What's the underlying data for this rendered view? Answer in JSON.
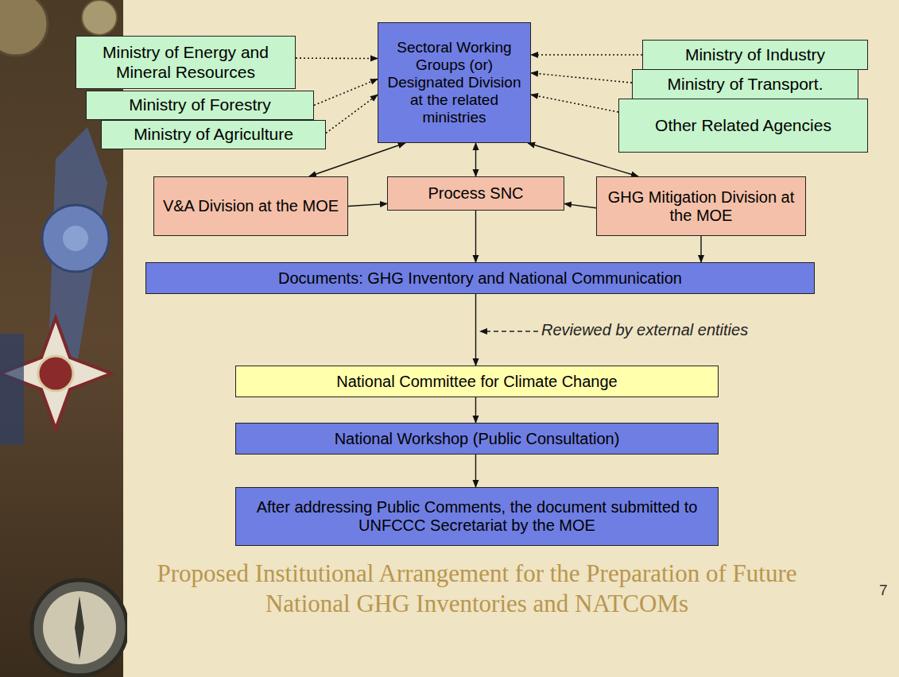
{
  "diagram": {
    "title": "Proposed Institutional Arrangement for the Preparation of Future National GHG Inventories and NATCOMs",
    "nodes": [
      {
        "text": [
          "Ministry of Energy and Mineral Resources"
        ]
      },
      {
        "text": [
          "Ministry of Forestry"
        ]
      },
      {
        "text": [
          "Ministry of Agriculture"
        ]
      },
      {
        "text": [
          "Sectoral Working Groups (or) Designated Division at the related ministries"
        ]
      },
      {
        "text": [
          "Ministry of Industry"
        ]
      },
      {
        "text": [
          "Ministry of Transport."
        ]
      },
      {
        "text": [
          "Other Related Agencies"
        ]
      },
      {
        "text": [
          "V&A Division at the MOE"
        ]
      },
      {
        "text": [
          "Process SNC"
        ]
      },
      {
        "text": [
          "GHG Mitigation Division at the MOE"
        ]
      },
      {
        "text": [
          "Documents: GHG Inventory and National Communication"
        ]
      },
      {
        "text": [
          "National Committee for Climate Change"
        ]
      },
      {
        "text": [
          "National Workshop (Public Consultation)"
        ]
      },
      {
        "text": [
          "After addressing Public Comments, the document submitted to UNFCCC Secretariat by the MOE"
        ]
      }
    ],
    "edges": [
      {
        "from": 0,
        "to": 3,
        "arrow": "to"
      },
      {
        "from": 1,
        "to": 3,
        "arrow": "to"
      },
      {
        "from": 2,
        "to": 3,
        "arrow": "to"
      },
      {
        "from": 4,
        "to": 3,
        "arrow": "to"
      },
      {
        "from": 5,
        "to": 3,
        "arrow": "to"
      },
      {
        "from": 6,
        "to": 3,
        "arrow": "to"
      },
      {
        "from": 3,
        "to": 7,
        "arrow": "both"
      },
      {
        "from": 3,
        "to": 8,
        "arrow": "both"
      },
      {
        "from": 3,
        "to": 9,
        "arrow": "both"
      },
      {
        "from": 7,
        "to": 8,
        "arrow": "to"
      },
      {
        "from": 9,
        "to": 8,
        "arrow": "to"
      },
      {
        "from": 8,
        "to": 10,
        "arrow": "to"
      },
      {
        "from": 9,
        "to": 10,
        "arrow": "to"
      },
      {
        "from": 10,
        "to": 11,
        "arrow": "to"
      },
      {
        "from": 11,
        "to": 12,
        "arrow": "to"
      },
      {
        "from": 12,
        "to": 13,
        "arrow": "to"
      }
    ],
    "labels": [
      "Reviewed by external entities",
      "7"
    ]
  }
}
